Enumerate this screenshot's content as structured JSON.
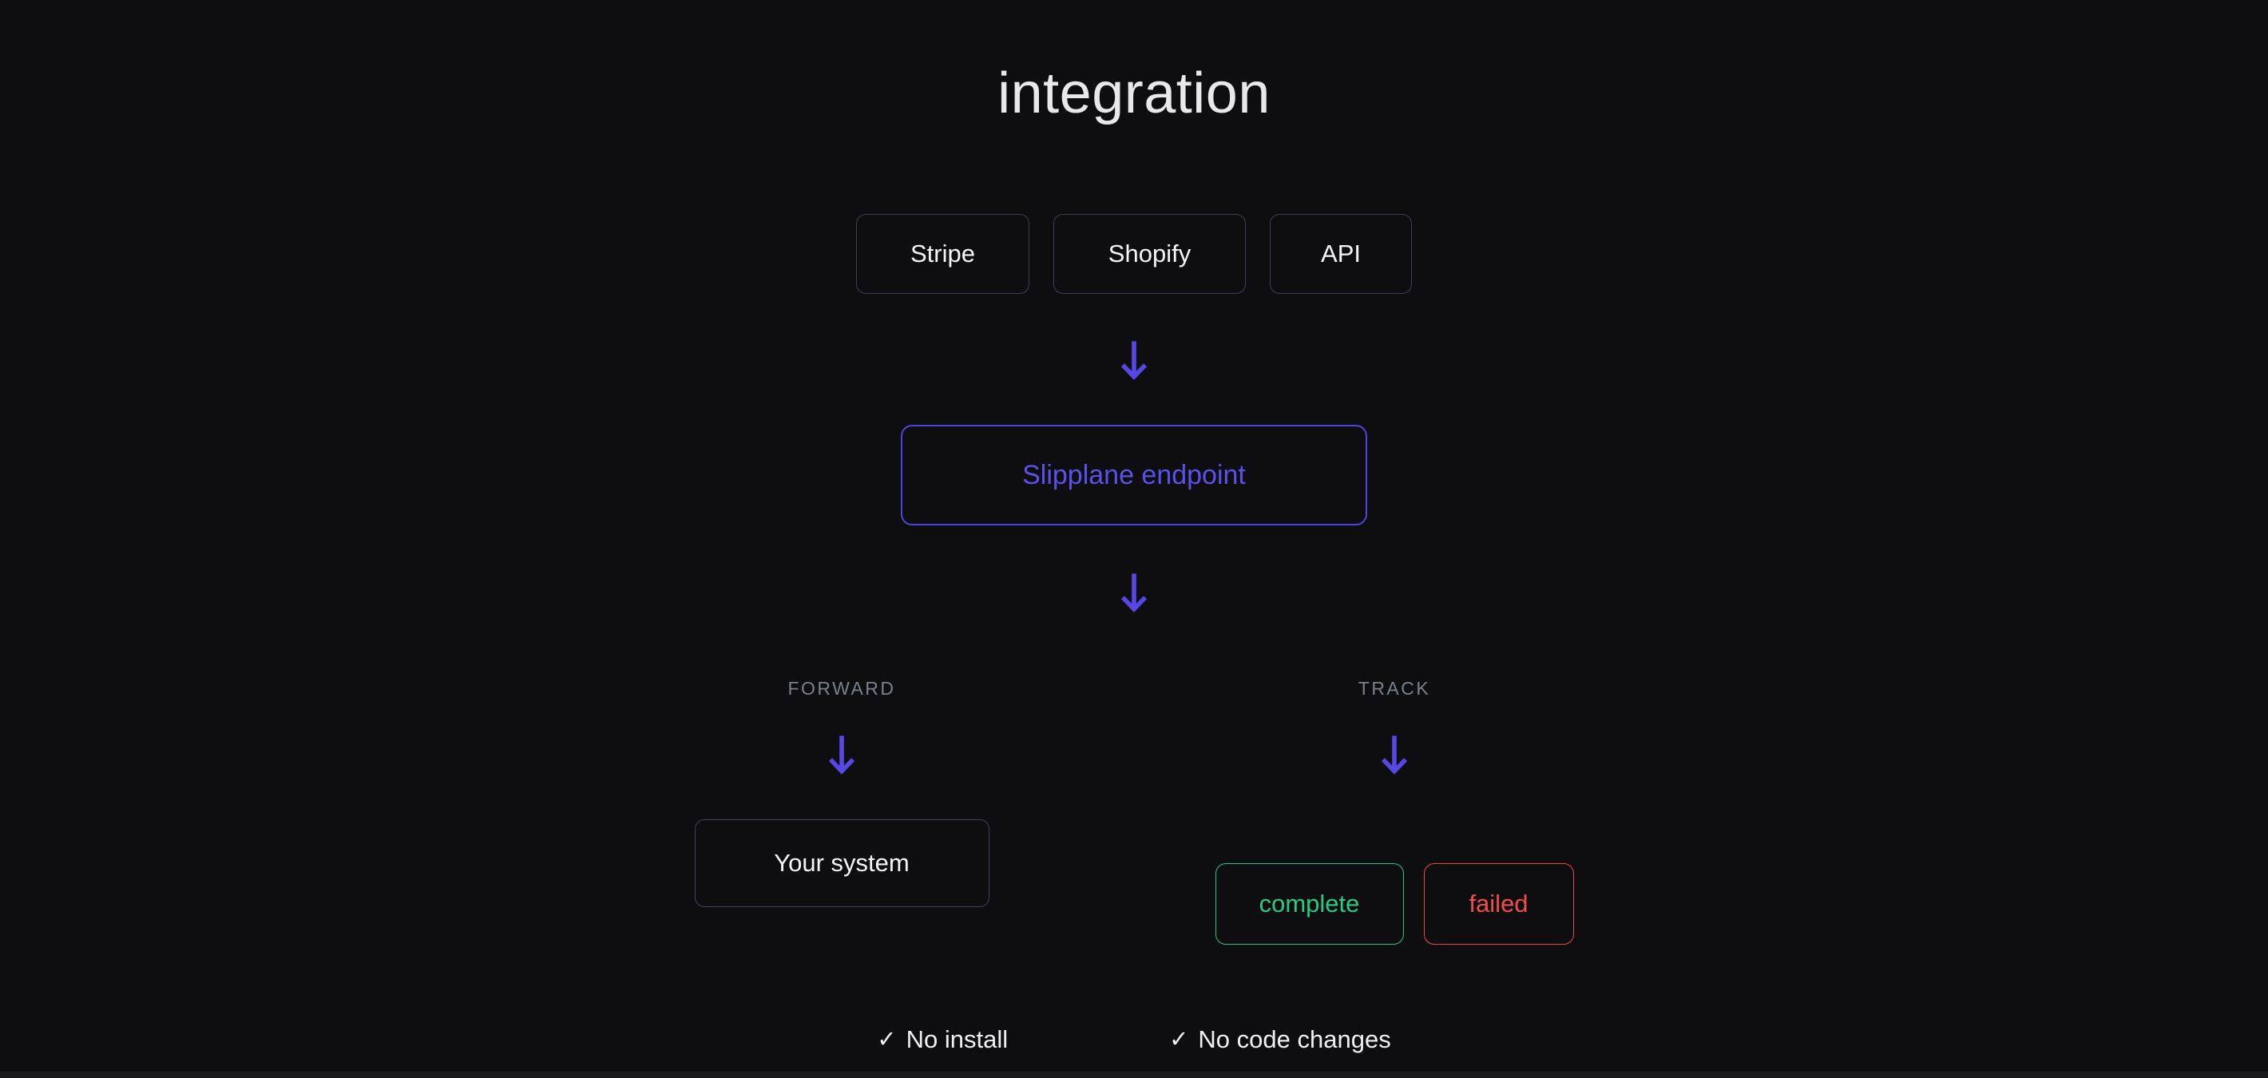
{
  "title": "integration",
  "sources": [
    {
      "label": "Stripe"
    },
    {
      "label": "Shopify"
    },
    {
      "label": "API"
    }
  ],
  "endpoint": {
    "label": "Slipplane endpoint"
  },
  "branches": {
    "forward": {
      "label": "FORWARD",
      "system": {
        "label": "Your system"
      }
    },
    "track": {
      "label": "TRACK",
      "statuses": [
        {
          "label": "complete",
          "color": "#22c57e"
        },
        {
          "label": "failed",
          "color": "#ef4444"
        }
      ]
    }
  },
  "checks": [
    {
      "mark": "✓",
      "label": "No install"
    },
    {
      "mark": "✓",
      "label": "No code changes"
    }
  ],
  "colors": {
    "background": "#0e0e10",
    "accent": "#5748e6",
    "accent_border": "#4f43e2",
    "accent_text": "#5b50e8",
    "success": "#22c57e",
    "error": "#ef4444",
    "muted_label": "#7a818c",
    "box_border": "#3a4150",
    "text": "#f4f4f5"
  }
}
